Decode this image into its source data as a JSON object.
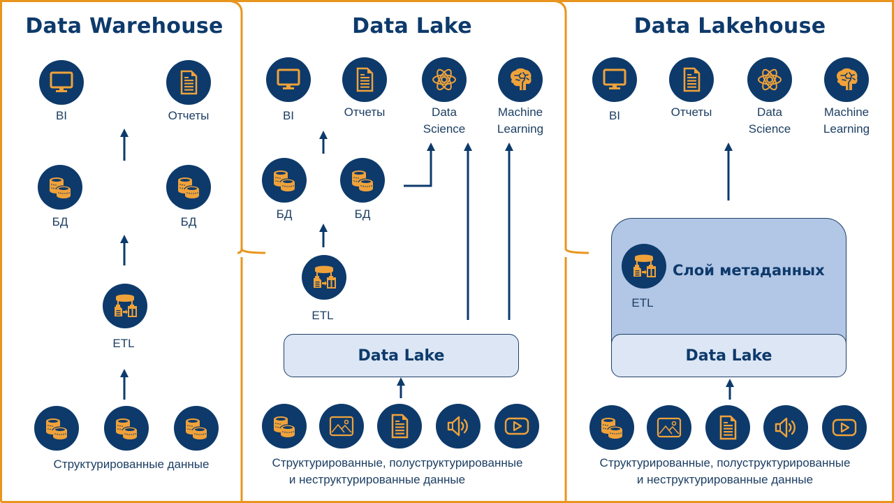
{
  "colors": {
    "navy": "#0d3a6b",
    "icon_orange": "#f0a23a",
    "frame_orange": "#e8951e",
    "box_light": "#dce6f5",
    "box_meta": "#b2c6e6",
    "text": "#1c3e63"
  },
  "panels": {
    "warehouse": {
      "title": "Data Warehouse",
      "outputs": [
        {
          "icon": "monitor-icon",
          "label": "BI"
        },
        {
          "icon": "document-icon",
          "label": "Отчеты"
        }
      ],
      "databases": [
        {
          "icon": "database-coins-icon",
          "label": "БД"
        },
        {
          "icon": "database-coins-icon",
          "label": "БД"
        }
      ],
      "etl": {
        "icon": "etl-icon",
        "label": "ETL"
      },
      "sources": [
        {
          "icon": "database-coins-icon"
        },
        {
          "icon": "database-coins-icon"
        },
        {
          "icon": "database-coins-icon"
        }
      ],
      "sources_caption": "Структурированные данные"
    },
    "lake": {
      "title": "Data Lake",
      "outputs": [
        {
          "icon": "monitor-icon",
          "label": "BI"
        },
        {
          "icon": "document-icon",
          "label": "Отчеты"
        },
        {
          "icon": "atom-icon",
          "label_line1": "Data",
          "label_line2": "Science"
        },
        {
          "icon": "brain-icon",
          "label_line1": "Machine",
          "label_line2": "Learning"
        }
      ],
      "databases": [
        {
          "icon": "database-coins-icon",
          "label": "БД"
        },
        {
          "icon": "database-coins-icon",
          "label": "БД"
        }
      ],
      "etl": {
        "icon": "etl-icon",
        "label": "ETL"
      },
      "storage_box": "Data Lake",
      "sources": [
        {
          "icon": "database-coins-icon"
        },
        {
          "icon": "image-icon"
        },
        {
          "icon": "document-icon"
        },
        {
          "icon": "speaker-icon"
        },
        {
          "icon": "video-play-icon"
        }
      ],
      "sources_caption_line1": "Структурированные, полуструктурированные",
      "sources_caption_line2": "и неструктурированные данные"
    },
    "lakehouse": {
      "title": "Data Lakehouse",
      "outputs": [
        {
          "icon": "monitor-icon",
          "label": "BI"
        },
        {
          "icon": "document-icon",
          "label": "Отчеты"
        },
        {
          "icon": "atom-icon",
          "label_line1": "Data",
          "label_line2": "Science"
        },
        {
          "icon": "brain-icon",
          "label_line1": "Machine",
          "label_line2": "Learning"
        }
      ],
      "metadata_layer": "Слой метаданных",
      "etl": {
        "icon": "etl-icon",
        "label": "ETL"
      },
      "storage_box": "Data Lake",
      "sources": [
        {
          "icon": "database-coins-icon"
        },
        {
          "icon": "image-icon"
        },
        {
          "icon": "document-icon"
        },
        {
          "icon": "speaker-icon"
        },
        {
          "icon": "video-play-icon"
        }
      ],
      "sources_caption_line1": "Структурированные, полуструктурированные",
      "sources_caption_line2": "и неструктурированные данные"
    }
  }
}
